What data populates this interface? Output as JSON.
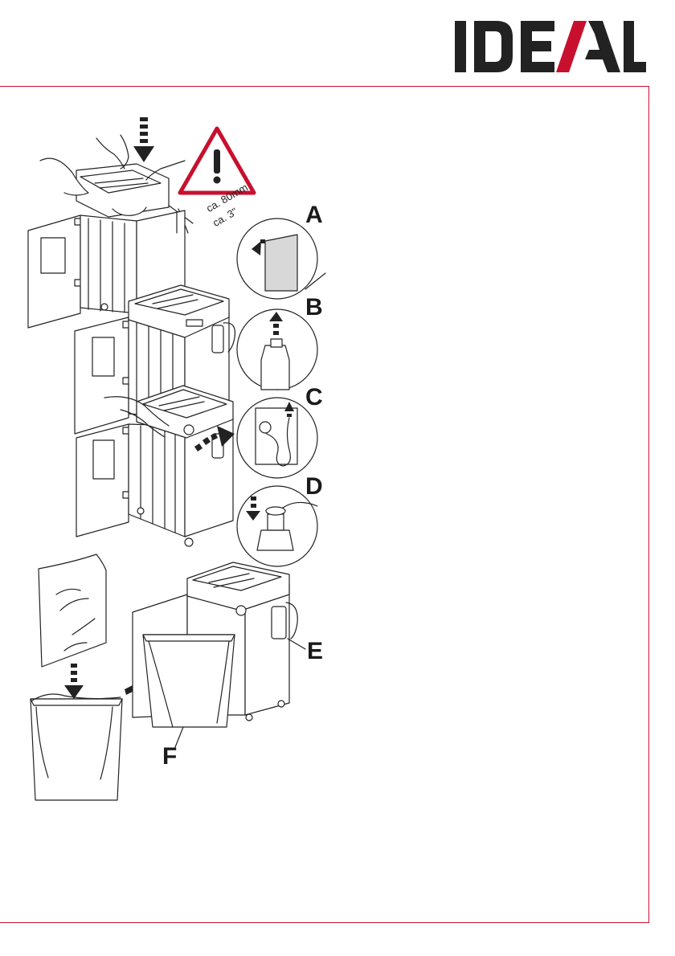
{
  "brand": {
    "logo_text": "IDEAL",
    "logo_color": "#222222",
    "accent_color": "#c8102e"
  },
  "warning": {
    "icon": "warning-triangle-icon",
    "measure_metric": "ca. 80mm",
    "measure_imperial": "ca. 3\""
  },
  "steps": [
    {
      "label": "A"
    },
    {
      "label": "B"
    },
    {
      "label": "C"
    },
    {
      "label": "D"
    },
    {
      "label": "E"
    },
    {
      "label": "F"
    }
  ],
  "frame_color": "#c8102e"
}
